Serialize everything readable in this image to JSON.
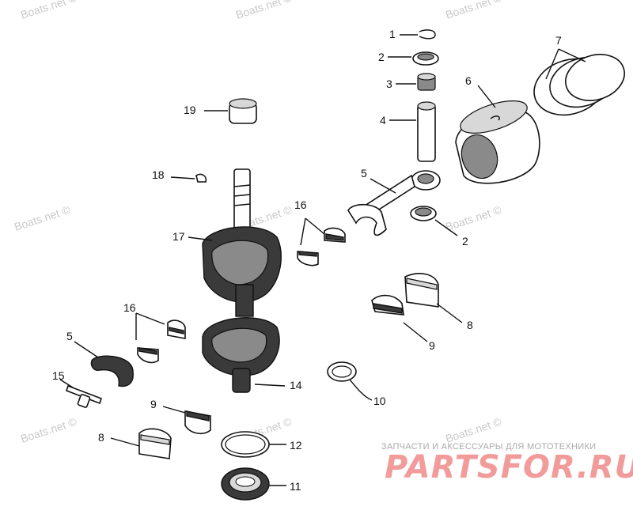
{
  "watermark": "Boats.net ©",
  "callouts": {
    "c1": "1",
    "c2a": "2",
    "c2b": "2",
    "c3": "3",
    "c4": "4",
    "c5a": "5",
    "c5b": "5",
    "c6": "6",
    "c7": "7",
    "c8a": "8",
    "c8b": "8",
    "c9a": "9",
    "c9b": "9",
    "c10": "10",
    "c11": "11",
    "c12": "12",
    "c14": "14",
    "c15": "15",
    "c16a": "16",
    "c16b": "16",
    "c17": "17",
    "c18": "18",
    "c19": "19"
  },
  "brand": {
    "subtitle": "ЗАПЧАСТИ И АКСЕССУАРЫ ДЛЯ МОТОТЕХНИКИ",
    "name": "PARTSFOR.RU"
  }
}
